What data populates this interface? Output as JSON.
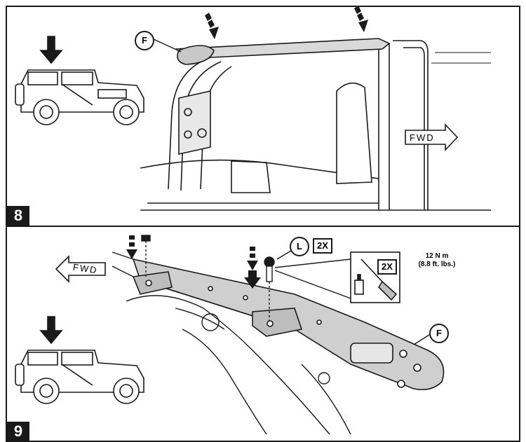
{
  "step8": {
    "number": "8",
    "callout_f": "F",
    "fwd_label": "FWD"
  },
  "step9": {
    "number": "9",
    "callout_l": "L",
    "qty_l": "2X",
    "qty_tool": "2X",
    "torque_line1": "12 N m",
    "torque_line2": "(8.8 ft. lbs.)",
    "callout_f": "F",
    "fwd_label": "FWD"
  }
}
